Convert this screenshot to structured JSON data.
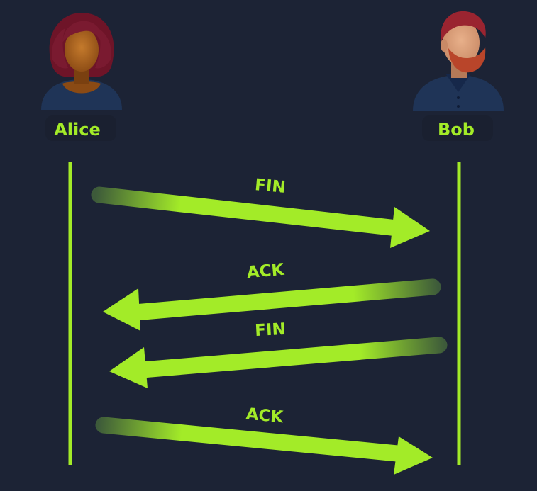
{
  "participants": [
    {
      "id": "alice",
      "name": "Alice"
    },
    {
      "id": "bob",
      "name": "Bob"
    }
  ],
  "messages": [
    {
      "label": "FIN",
      "from": "Alice",
      "to": "Bob"
    },
    {
      "label": "ACK",
      "from": "Bob",
      "to": "Alice"
    },
    {
      "label": "FIN",
      "from": "Bob",
      "to": "Alice"
    },
    {
      "label": "ACK",
      "from": "Alice",
      "to": "Bob"
    }
  ],
  "colors": {
    "background": "#1c2335",
    "accent": "#a3eb28",
    "arrow_fade": "#3d5a3a"
  }
}
